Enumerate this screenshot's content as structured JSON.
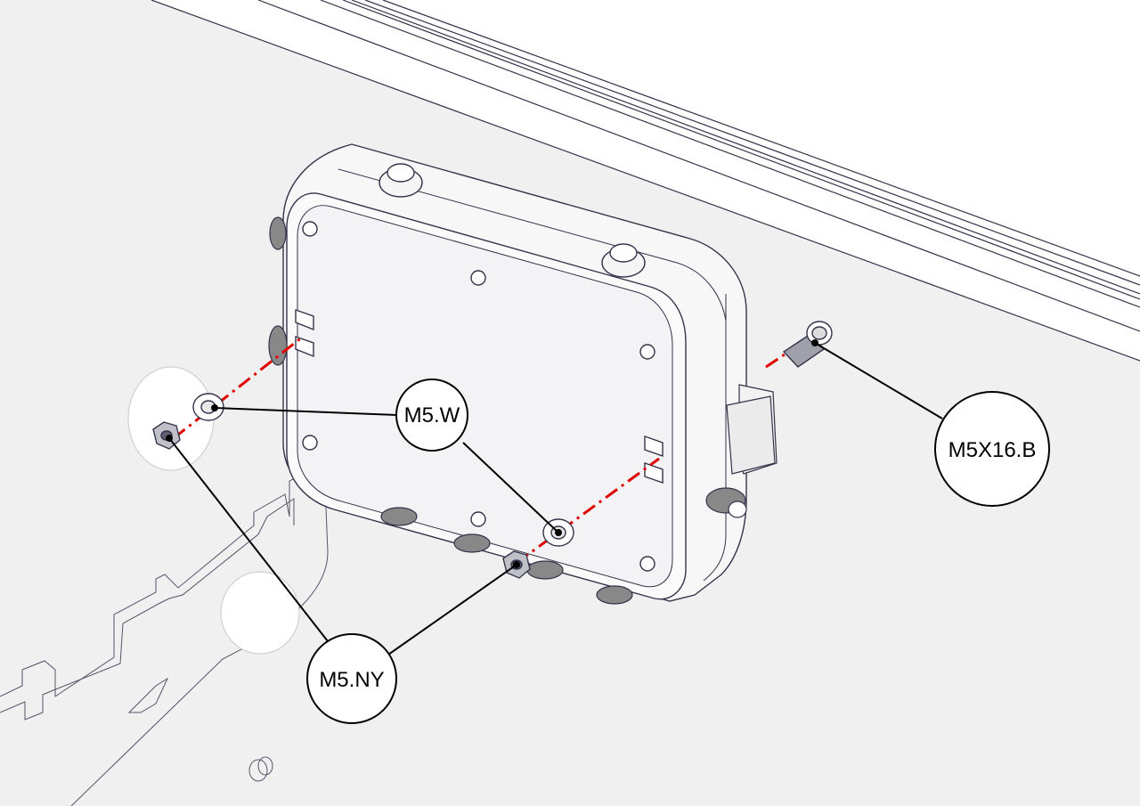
{
  "callouts": {
    "washer": "M5.W",
    "nut": "M5.NY",
    "bolt": "M5X16.B"
  },
  "colors": {
    "background": "#f0f0f0",
    "line": "#33334a",
    "axis": "#e00000",
    "callout_fill": "#ffffff"
  }
}
